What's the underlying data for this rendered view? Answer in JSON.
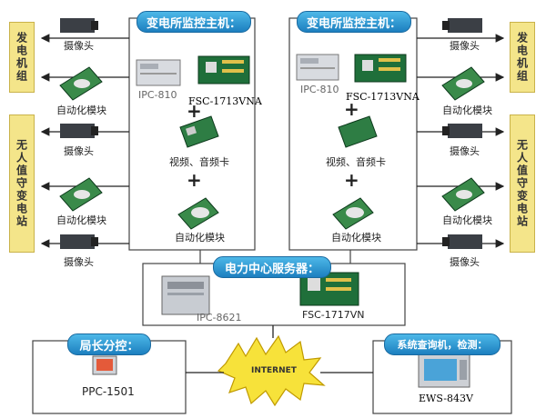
{
  "left_station": {
    "title": "变电所监控主机：",
    "ipc": "IPC-810",
    "board": "FSC-1713VNA",
    "card": "视频、音频卡",
    "module": "自动化模块"
  },
  "right_station": {
    "title": "变电所监控主机：",
    "ipc": "IPC-810",
    "board": "FSC-1713VNA",
    "card": "视频、音频卡",
    "module": "自动化模块"
  },
  "left_side": {
    "group1": "发电机组",
    "group2": "无人值守变电站",
    "camera1": "摄像头",
    "auto1": "自动化模块",
    "camera2": "摄像头",
    "auto2": "自动化模块",
    "camera3": "摄像头"
  },
  "right_side": {
    "group1": "发电机组",
    "group2": "无人值守变电站",
    "camera1": "摄像头",
    "auto1": "自动化模块",
    "camera2": "摄像头",
    "auto2": "自动化模块",
    "camera3": "摄像头"
  },
  "server": {
    "title": "电力中心服务器：",
    "ipc": "IPC-8621",
    "board": "FSC-1717VN"
  },
  "director": {
    "title": "局长分控：",
    "device": "PPC-1501"
  },
  "query": {
    "title": "系统查询机，检测：",
    "device": "EWS-843V"
  },
  "internet": "INTERNET",
  "plus": "+"
}
